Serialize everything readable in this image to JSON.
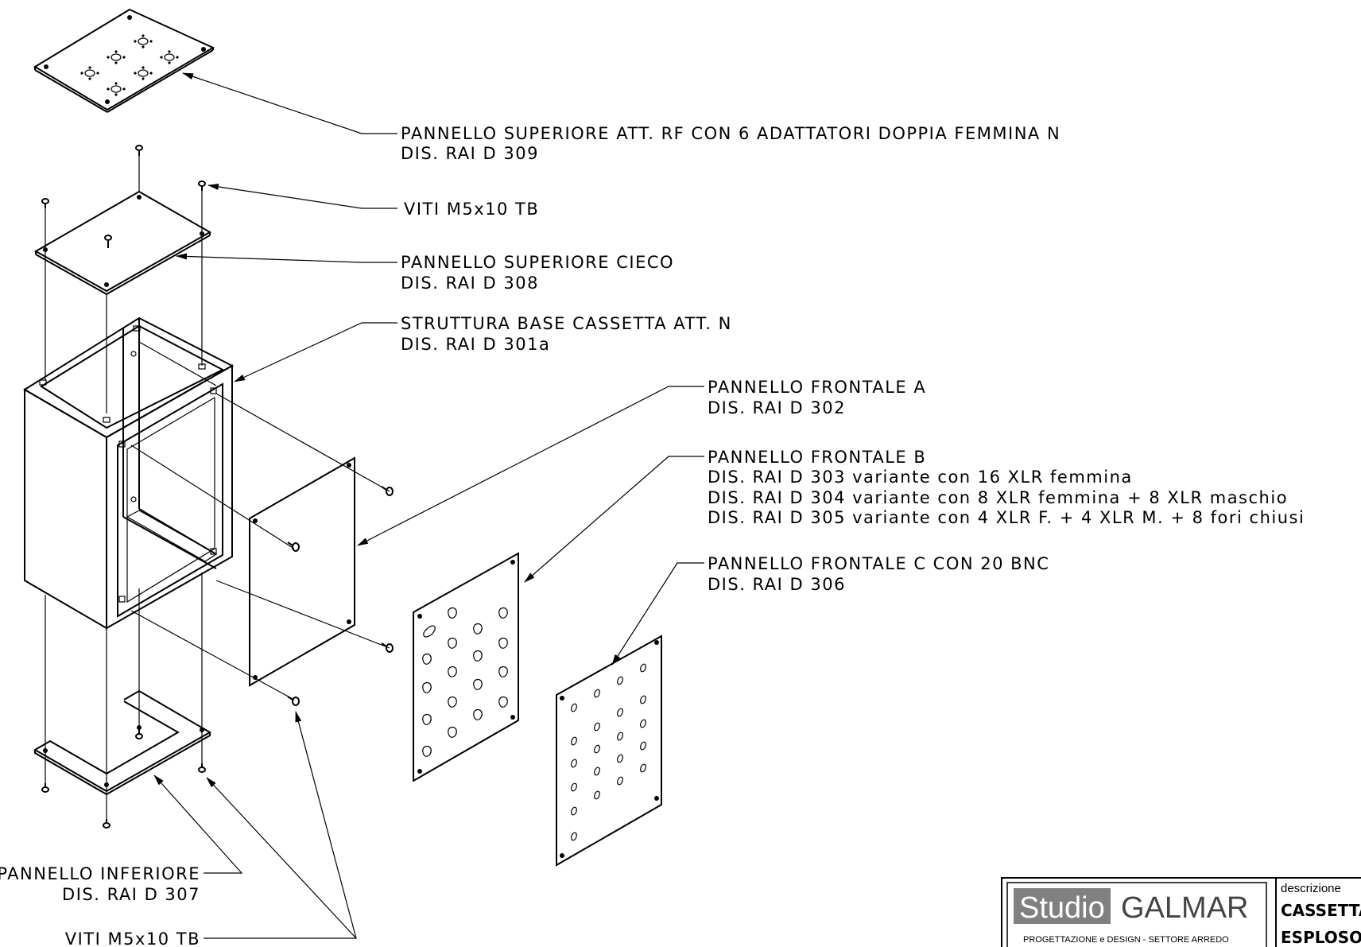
{
  "labels": {
    "top_panel": "PANNELLO SUPERIORE ATT. RF CON 6 ADATTATORI DOPPIA FEMMINA N",
    "top_panel_dwg": "DIS. RAI D 309",
    "screws_top": "VITI M5x10 TB",
    "blind_panel": "PANNELLO SUPERIORE CIECO",
    "blind_panel_dwg": "DIS. RAI D 308",
    "base_structure": "STRUTTURA BASE CASSETTA ATT. N",
    "base_structure_dwg": "DIS. RAI D 301a",
    "front_a": "PANNELLO FRONTALE A",
    "front_a_dwg": "DIS. RAI D 302",
    "front_b": "PANNELLO FRONTALE B",
    "front_b_v1": "DIS. RAI D 303 variante con 16 XLR femmina",
    "front_b_v2": "DIS. RAI D 304 variante con 8 XLR femmina + 8 XLR maschio",
    "front_b_v3": "DIS. RAI D 305 variante con 4 XLR F. + 4 XLR M. + 8 fori chiusi",
    "front_c": "PANNELLO FRONTALE C CON 20 BNC",
    "front_c_dwg": "DIS. RAI D 306",
    "bottom_panel": "PANNELLO INFERIORE",
    "bottom_panel_dwg": "DIS. RAI D 307",
    "screws_bottom": "VITI M5x10 TB"
  },
  "title_block": {
    "studio_word": "Studio",
    "brand": "GALMAR",
    "tagline": "PROGETTAZIONE e DESIGN - SETTORE ARREDO",
    "desc_label": "descrizione",
    "desc_line1": "CASSETTA",
    "desc_line2": "ESPLOSO"
  }
}
